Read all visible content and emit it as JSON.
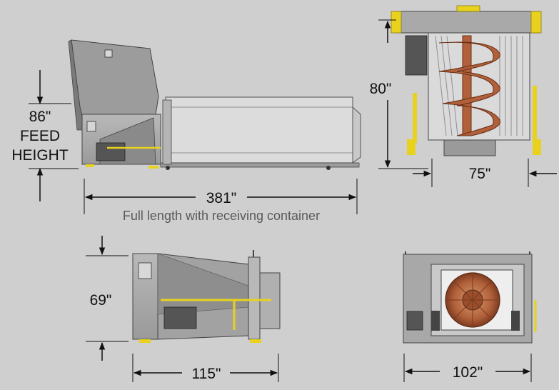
{
  "dimensions": {
    "feed_height_value": "86\"",
    "feed_height_label_line1": "FEED",
    "feed_height_label_line2": "HEIGHT",
    "full_length": "381\"",
    "full_length_caption": "Full length with receiving container",
    "end_view_height": "80\"",
    "end_view_width": "75\"",
    "compactor_height": "69\"",
    "compactor_length": "115\"",
    "compactor_width": "102\""
  },
  "colors": {
    "background": "#cfcfcf",
    "steel": "#a8a8a8",
    "steel_dark": "#6e6e6e",
    "auger_copper": "#b0603a",
    "hydraulic_yellow": "#e8d21e",
    "dimension_line": "#111111"
  }
}
